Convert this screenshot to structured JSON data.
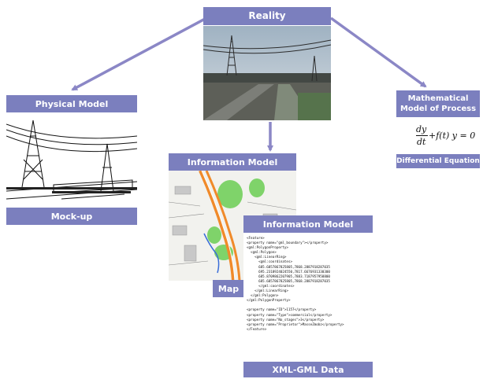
{
  "colors": {
    "label_bg": "#7b7fbe",
    "arrow": "#8b87c6"
  },
  "reality": {
    "title": "Reality"
  },
  "physical": {
    "title": "Physical Model",
    "caption": "Mock-up"
  },
  "math": {
    "title": "Mathematical Model of Process",
    "caption": "Differential Equation"
  },
  "equation": {
    "num": "dy",
    "den": "dt",
    "rest": "+f(t) y = 0"
  },
  "info_map": {
    "title": "Information Model",
    "caption": "Map"
  },
  "info_xml": {
    "title": "Information Model",
    "caption": "XML-GML Data",
    "lines": [
      "<Feature>",
      "<property name=\"gml_boundary\"></property>",
      "<gml:PolygonProperty>",
      "  <gml:Polygon>",
      "    <gml:LinearRing>",
      "      <gml:coordinates>",
      "      685.6857867825805,7868.2887918287035",
      "      695.2318924024550,7817.6676931330300",
      "      685.8709862207905,7883.7187957958800",
      "      685.6857867825805,7868.2887918287035",
      "      </gml:coordinates>",
      "    </gml:LinearRing>",
      "  </gml:Polygon>",
      "</gml:PolygonProperty>",
      "",
      "<property name=\"ID\">1157</property>",
      "<property name=\"Type\">commercial</property>",
      "<property name=\"No_stages\">3</property>",
      "<property name=\"Proprietor\">MasseZmobz</property>",
      "</Feature>"
    ]
  }
}
